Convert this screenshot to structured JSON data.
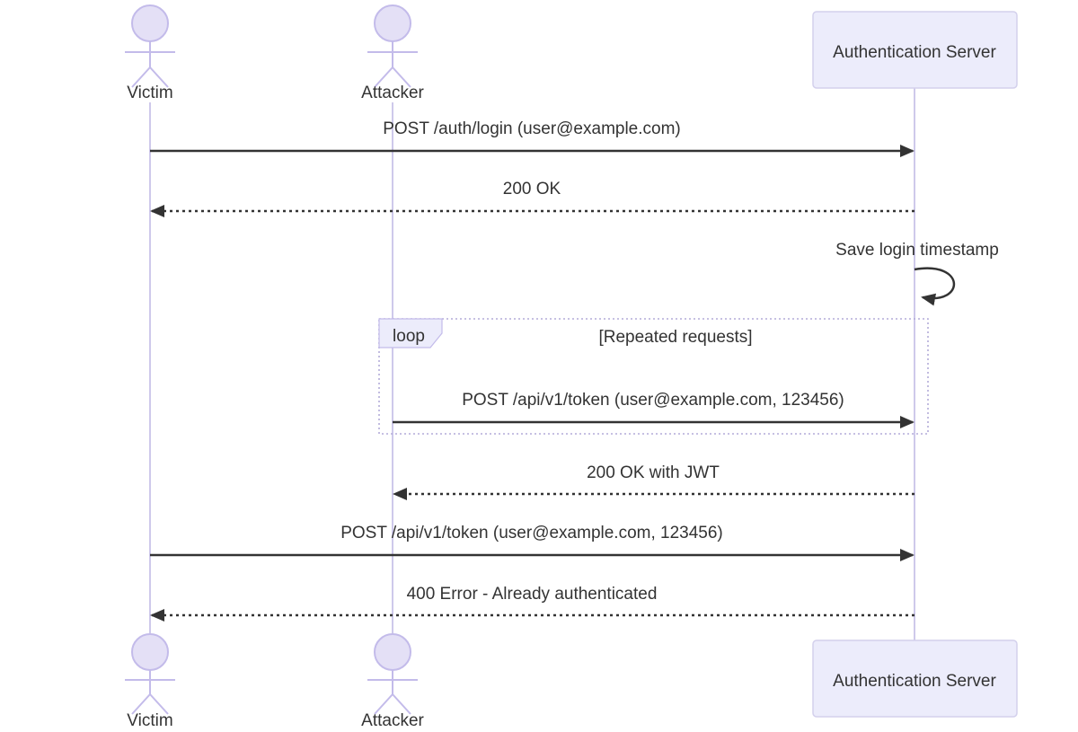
{
  "diagram": {
    "type": "sequence-diagram",
    "participants": [
      {
        "id": "victim",
        "kind": "actor",
        "label": "Victim"
      },
      {
        "id": "attacker",
        "kind": "actor",
        "label": "Attacker"
      },
      {
        "id": "auth",
        "kind": "participant",
        "label": "Authentication Server"
      }
    ],
    "messages": [
      {
        "from": "victim",
        "to": "auth",
        "style": "solid",
        "label": "POST /auth/login (user@example.com)"
      },
      {
        "from": "auth",
        "to": "victim",
        "style": "dashed",
        "label": "200 OK"
      },
      {
        "from": "auth",
        "to": "auth",
        "style": "self",
        "label": "Save login timestamp"
      },
      {
        "from": "attacker",
        "to": "auth",
        "style": "solid",
        "label": "POST /api/v1/token (user@example.com, 123456)"
      },
      {
        "from": "auth",
        "to": "attacker",
        "style": "dashed",
        "label": "200 OK with JWT"
      },
      {
        "from": "victim",
        "to": "auth",
        "style": "solid",
        "label": "POST /api/v1/token (user@example.com, 123456)"
      },
      {
        "from": "auth",
        "to": "victim",
        "style": "dashed",
        "label": "400 Error - Already authenticated"
      }
    ],
    "loop": {
      "label": "loop",
      "condition": "[Repeated requests]"
    },
    "colors": {
      "background": "#ffffff",
      "text": "#333333",
      "message_line": "#333333",
      "actor_fill": "#e4e0f6",
      "actor_stroke": "#c3bbea",
      "participant_box_fill": "#ececfb",
      "participant_box_stroke": "#d3d0ec",
      "lifeline": "#c9c3e9",
      "loop_border": "#b3acd9"
    }
  }
}
